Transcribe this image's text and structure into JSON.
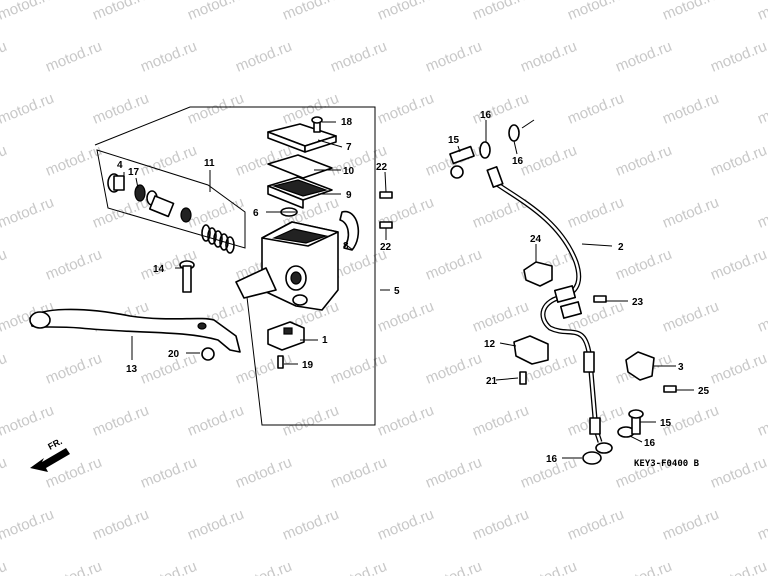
{
  "watermark": "motod.ru",
  "diagram_code": "KEY3-F0400 B",
  "direction_label": "FR.",
  "callouts": {
    "c1": "1",
    "c2": "2",
    "c3": "3",
    "c4": "4",
    "c5": "5",
    "c6": "6",
    "c7": "7",
    "c8": "8",
    "c9": "9",
    "c10": "10",
    "c11": "11",
    "c12": "12",
    "c13": "13",
    "c14": "14",
    "c15a": "15",
    "c15b": "15",
    "c16a": "16",
    "c16b": "16",
    "c16c": "16",
    "c16d": "16",
    "c17": "17",
    "c18": "18",
    "c19": "19",
    "c20": "20",
    "c21": "21",
    "c22a": "22",
    "c22b": "22",
    "c23": "23",
    "c24": "24",
    "c25": "25"
  }
}
